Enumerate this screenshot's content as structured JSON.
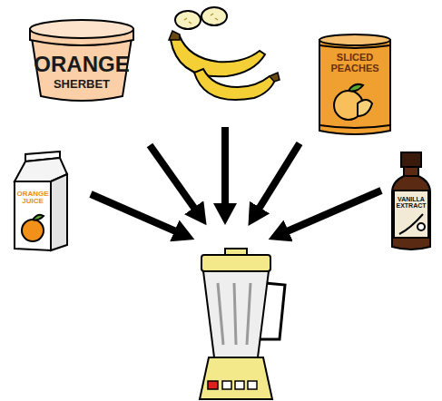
{
  "diagram": {
    "nodes": [
      {
        "text": [
          "ORANGE",
          "SHERBET"
        ]
      },
      {
        "text": [
          "SLICED PEACHES"
        ]
      },
      {
        "text": [
          "ORANGE JUICE"
        ]
      },
      {
        "text": [
          "VANILLA EXTRACT"
        ]
      }
    ]
  }
}
